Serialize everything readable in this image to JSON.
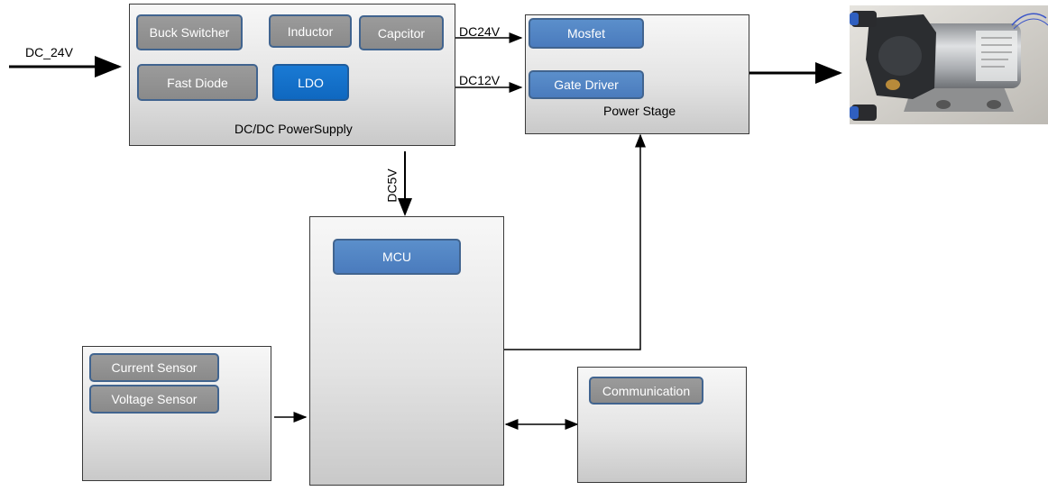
{
  "inputs": {
    "dc24_in": "DC_24V"
  },
  "power_supply": {
    "caption": "DC/DC PowerSupply",
    "chips": [
      "Buck Switcher",
      "Inductor",
      "Capcitor",
      "Fast Diode",
      "LDO"
    ]
  },
  "power_stage": {
    "caption": "Power Stage",
    "chips": [
      "Mosfet",
      "Gate Driver"
    ]
  },
  "signals": {
    "dc24": "DC24V",
    "dc12": "DC12V",
    "dc5": "DC5V"
  },
  "mcu": {
    "chip": "MCU"
  },
  "sensors": {
    "chips": [
      "Current Sensor",
      "Voltage Sensor"
    ]
  },
  "comms": {
    "chip": "Communication"
  },
  "image": {
    "description": "pump-photo"
  }
}
